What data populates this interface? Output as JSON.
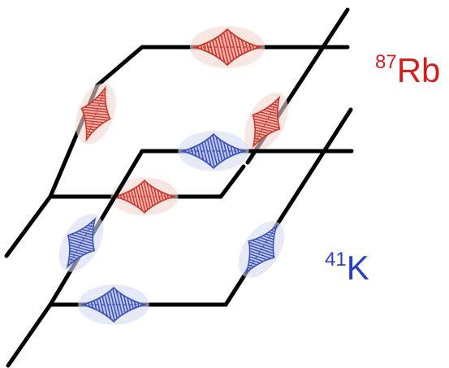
{
  "diagram": {
    "rb_label": {
      "mass": "87",
      "element": "Rb",
      "color": "#d21f1f"
    },
    "k_label": {
      "mass": "41",
      "element": "K",
      "color": "#2a3fc0"
    },
    "beam_color": "#000000",
    "rb_pulse": {
      "outline": "#c8342a",
      "fill": "#f4b8b0",
      "hatch": "#d1352b",
      "glow": "#f3d6d1"
    },
    "k_pulse": {
      "outline": "#3c53b8",
      "fill": "#c0c8f0",
      "hatch": "#3a4fb3",
      "glow": "#d3dbf3"
    }
  }
}
